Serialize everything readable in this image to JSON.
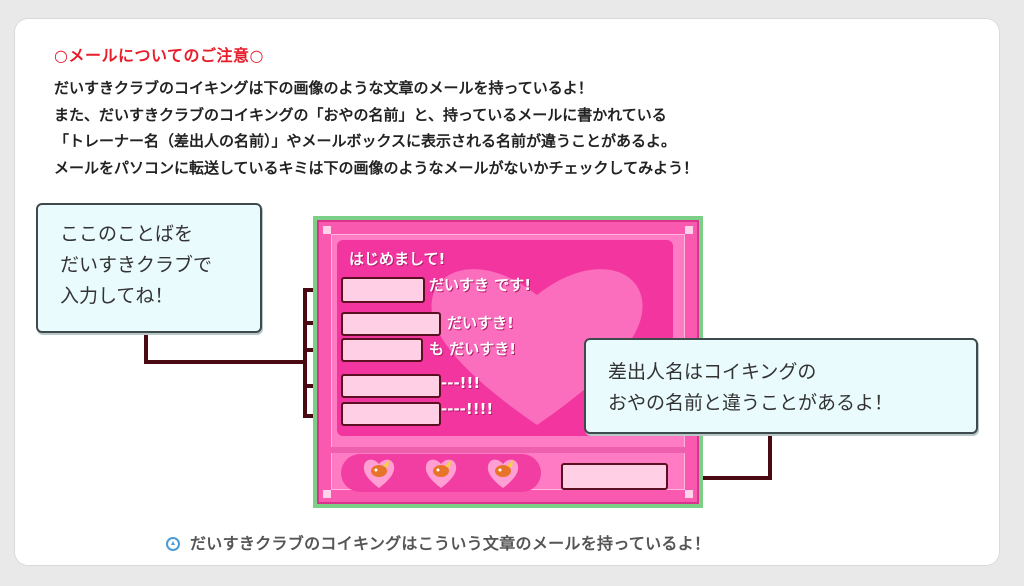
{
  "notice": {
    "title": "○メールについてのご注意○",
    "lines": [
      "だいすきクラブのコイキングは下の画像のような文章のメールを持っているよ！",
      "また、だいすきクラブのコイキングの「おやの名前」と、持っているメールに書かれている",
      "「トレーナー名（差出人の名前）」やメールボックスに表示される名前が違うことがあるよ。",
      "メールをパソコンに転送しているキミは下の画像のようなメールがないかチェックしてみよう！"
    ]
  },
  "callout_left": {
    "lines": [
      "ここのことばを",
      "だいすきクラブで",
      "入力してね！"
    ]
  },
  "callout_right": {
    "lines": [
      "差出人名はコイキングの",
      "おやの名前と違うことがあるよ！"
    ]
  },
  "mail": {
    "greeting": "はじめまして!",
    "line1": "だいすき です!",
    "line2": "だいすき!",
    "line3": "も だいすき!",
    "line4": "---!!!",
    "line5": "----!!!!"
  },
  "caption": "だいすきクラブのコイキングはこういう文章のメールを持っているよ！",
  "icons": {
    "mail_icons": [
      "magikarp-icon",
      "magikarp-icon",
      "magikarp-icon"
    ],
    "caption_icon": "up-arrow-circle-icon"
  },
  "colors": {
    "title_red": "#e81d2b",
    "mail_pink": "#f95ab0",
    "frame_green": "#7bcf86",
    "callout_bg": "#e9fbfd"
  }
}
